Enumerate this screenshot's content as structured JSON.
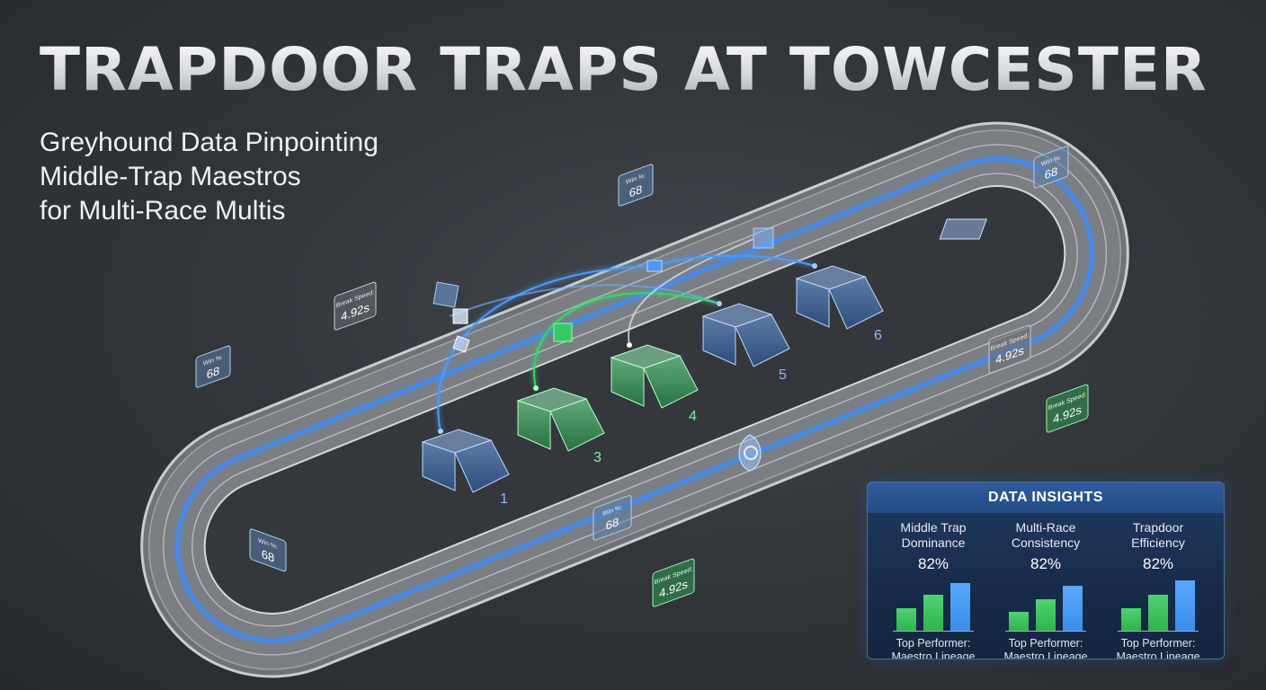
{
  "title": "TRAPDOOR TRAPS AT TOWCESTER",
  "subtitle_lines": [
    "Greyhound Data Pinpointing",
    "Middle-Trap Maestros",
    "for Multi-Race Multis"
  ],
  "traps": [
    "1",
    "3",
    "4",
    "5",
    "6"
  ],
  "track_tags": [
    {
      "top": "Win %:",
      "value": "68"
    },
    {
      "top": "Break Speed:",
      "value": "4.92s"
    },
    {
      "top": "Win %:",
      "value": "68"
    },
    {
      "top": "Win %:",
      "value": "68"
    },
    {
      "top": "Break Speed:",
      "value": "4.92s"
    },
    {
      "top": "Break Speed:",
      "value": "4.92s"
    },
    {
      "top": "Win %:",
      "value": "68"
    },
    {
      "top": "Break Speed:",
      "value": "4.92s"
    },
    {
      "top": "Win %:",
      "value": "68"
    }
  ],
  "insights": {
    "heading": "DATA INSIGHTS",
    "columns": [
      {
        "label_l1": "Middle Trap",
        "label_l2": "Dominance",
        "pct": "82%",
        "bars": [
          0.45,
          0.72,
          0.95
        ],
        "foot_l1": "Top Performer:",
        "foot_l2": "Maestro Lineage"
      },
      {
        "label_l1": "Multi-Race",
        "label_l2": "Consistency",
        "pct": "82%",
        "bars": [
          0.38,
          0.62,
          0.9
        ],
        "foot_l1": "Top Performer:",
        "foot_l2": "Maestro Lineage"
      },
      {
        "label_l1": "Trapdoor",
        "label_l2": "Efficiency",
        "pct": "82%",
        "bars": [
          0.45,
          0.72,
          1.0
        ],
        "foot_l1": "Top Performer:",
        "foot_l2": "Maestro Lineage"
      }
    ]
  },
  "colors": {
    "blue_glow": "#3b8cff",
    "green_glow": "#2fd35a",
    "track_grey": "#8a8d92",
    "bar_green": "#2fb34f",
    "bar_blue": "#3a8ee8"
  }
}
